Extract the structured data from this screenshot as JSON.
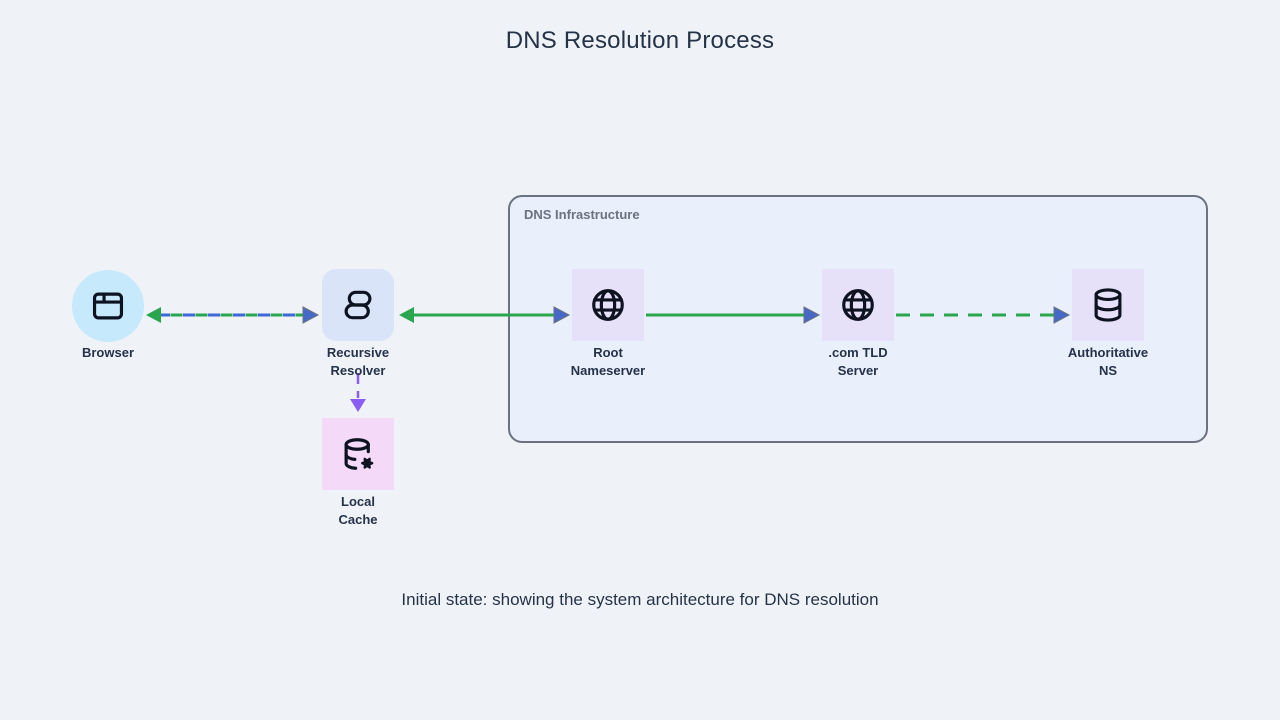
{
  "title": "DNS Resolution Process",
  "caption": "Initial state: showing the system architecture for DNS resolution",
  "container": {
    "label": "DNS Infrastructure"
  },
  "nodes": {
    "browser": {
      "label": "Browser"
    },
    "resolver": {
      "label": "Recursive\nResolver"
    },
    "local_cache": {
      "label": "Local\nCache"
    },
    "root_ns": {
      "label": "Root\nNameserver"
    },
    "tld": {
      "label": ".com TLD\nServer"
    },
    "auth_ns": {
      "label": "Authoritative\nNS"
    }
  },
  "edges": [
    {
      "from": "Browser",
      "to": "Recursive Resolver",
      "style": "dashed",
      "direction": "both",
      "colors": [
        "green",
        "blue"
      ]
    },
    {
      "from": "Recursive Resolver",
      "to": "Root Nameserver",
      "style": "solid",
      "direction": "both",
      "colors": [
        "green"
      ]
    },
    {
      "from": "Root Nameserver",
      "to": ".com TLD Server",
      "style": "solid",
      "direction": "forward",
      "colors": [
        "green"
      ]
    },
    {
      "from": ".com TLD Server",
      "to": "Authoritative NS",
      "style": "dashed",
      "direction": "forward",
      "colors": [
        "green"
      ]
    },
    {
      "from": "Recursive Resolver",
      "to": "Local Cache",
      "style": "dashed",
      "direction": "forward",
      "colors": [
        "purple"
      ]
    }
  ],
  "colors": {
    "page_bg": "#eff3f8",
    "title_text": "#253349",
    "label_text": "#25324a",
    "container_fill": "#e9effb",
    "container_border": "#6b7280",
    "container_label": "#6b7280",
    "browser_fill": "#c6e9fb",
    "resolver_fill": "#d9e4f8",
    "infra_node_fill": "#e7e0f9",
    "cache_fill": "#f5d9f8",
    "icon_stroke": "#0d1320",
    "edge_green": "#2aa74e",
    "edge_blue": "#3e68d8",
    "arrow_blue_fill": "#4668c9",
    "edge_purple": "#8b5cf6"
  }
}
